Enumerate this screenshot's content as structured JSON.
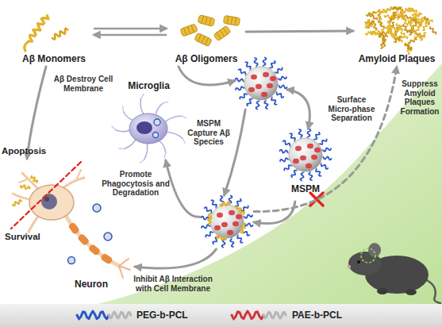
{
  "diagram": {
    "nodes": [
      {
        "text": [
          "Aβ Monomers"
        ]
      },
      {
        "text": [
          "Aβ Oligomers"
        ]
      },
      {
        "text": [
          "Amyloid Plaques"
        ]
      },
      {
        "text": [
          "Microglia"
        ]
      },
      {
        "text": []
      },
      {
        "text": [
          "MSPM"
        ]
      },
      {
        "text": []
      },
      {
        "text": [
          "Neuron"
        ]
      }
    ],
    "edges": [
      {
        "from": 0,
        "to": 1,
        "arrow": "both"
      },
      {
        "from": 1,
        "to": 2,
        "arrow": "to"
      },
      {
        "from": 1,
        "to": 4,
        "arrow": "to"
      },
      {
        "from": 0,
        "to": 7,
        "label": "Aβ Destroy Cell Membrane",
        "arrow": "to"
      },
      {
        "from": 4,
        "to": 5,
        "label": "Surface Micro-phase Separation",
        "arrow": "both"
      },
      {
        "from": 4,
        "to": 6,
        "label": "MSPM Capture Aβ Species",
        "arrow": "to"
      },
      {
        "from": 5,
        "to": 6,
        "arrow": "to"
      },
      {
        "from": 6,
        "to": 3,
        "label": "Promote Phagocytosis and Degradation",
        "arrow": "to"
      },
      {
        "from": 6,
        "to": 7,
        "label": "Inhibit Aβ Interaction with Cell Membrane",
        "arrow": "to"
      },
      {
        "from": 6,
        "to": 2,
        "label": "Suppress Amyloid Plaques Formation",
        "arrow": "to"
      }
    ],
    "labels": [
      "Apoptosis",
      "Survival"
    ],
    "legend": [
      {
        "text": "PEG-b-PCL"
      },
      {
        "text": "PAE-b-PCL"
      }
    ]
  }
}
